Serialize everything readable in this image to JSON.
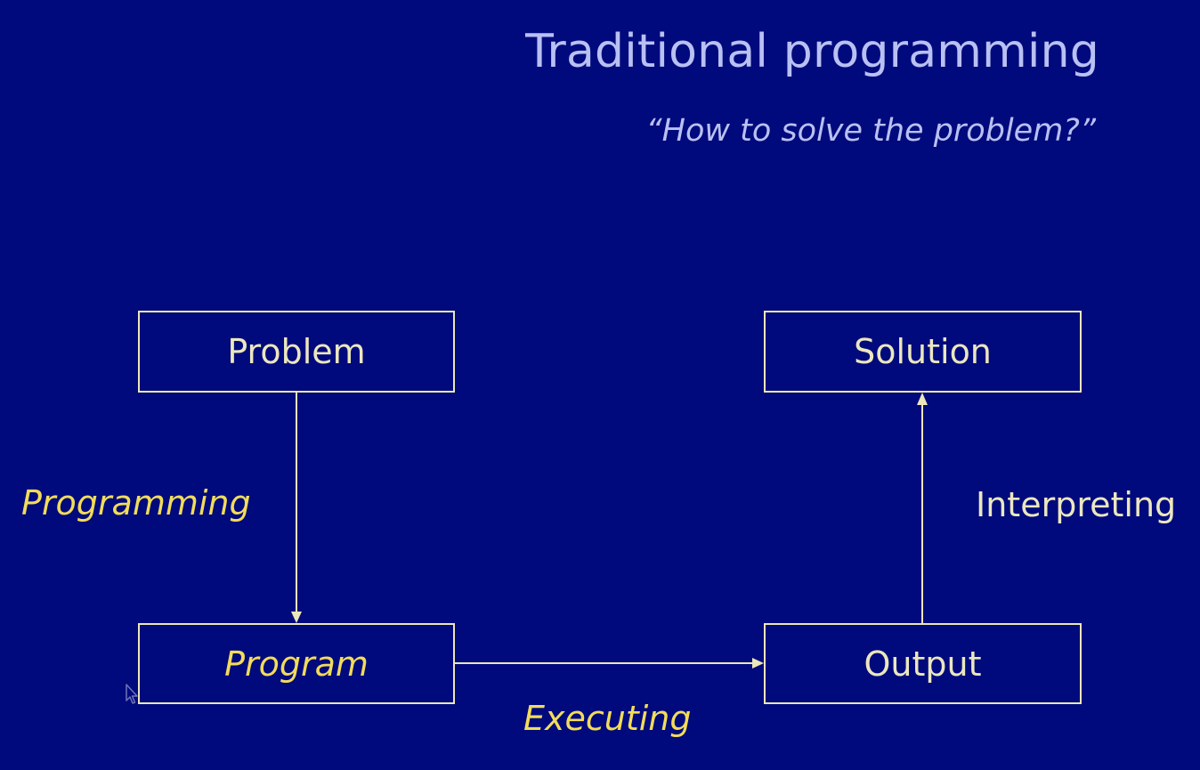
{
  "slide": {
    "title": "Traditional programming",
    "subtitle": "“How to solve the problem?”"
  },
  "diagram": {
    "nodes": {
      "problem": "Problem",
      "solution": "Solution",
      "program": "Program",
      "output": "Output"
    },
    "edges": {
      "programming": "Programming",
      "executing": "Executing",
      "interpreting": "Interpreting"
    }
  },
  "colors": {
    "background": "#000a7c",
    "title": "#b9c0f3",
    "box_text": "#ece7be",
    "highlight": "#f2dc5a",
    "lines": "#ebe7b8"
  },
  "icons": {
    "cursor": "mouse-pointer-icon"
  }
}
